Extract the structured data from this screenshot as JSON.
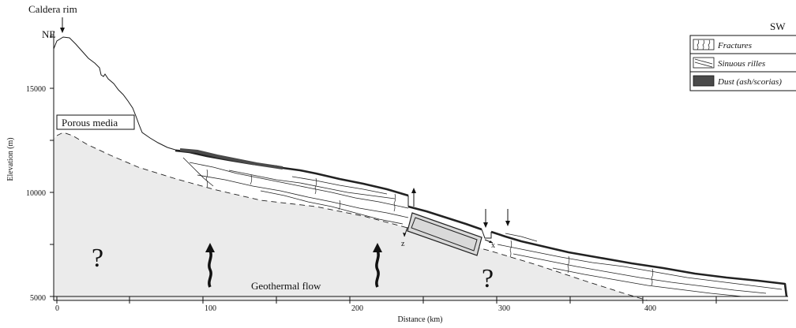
{
  "labels": {
    "caldera_rim": "Caldera rim",
    "ne": "NE",
    "sw": "SW",
    "porous_media": "Porous media",
    "geothermal_flow": "Geothermal flow",
    "unknown_mark": "?",
    "axis_z": "z",
    "axis_x": "x"
  },
  "legend": {
    "items": [
      {
        "icon": "fractures-icon",
        "label": "Fractures"
      },
      {
        "icon": "sinuous-rilles-icon",
        "label": "Sinuous rilles"
      },
      {
        "icon": "dust-icon",
        "label": "Dust (ash/scorias)",
        "color": "#4a4a4a"
      }
    ]
  },
  "axes": {
    "ylabel": "Elevation (m)",
    "xlabel": "Distance (km)",
    "yticks": [
      "5000",
      "10000",
      "15000"
    ],
    "xticks": [
      "0",
      "100",
      "200",
      "300",
      "400"
    ]
  },
  "colors": {
    "porous_fill": "#ebebeb",
    "block_fill": "#d9d9d9",
    "dust": "#4a4a4a"
  }
}
